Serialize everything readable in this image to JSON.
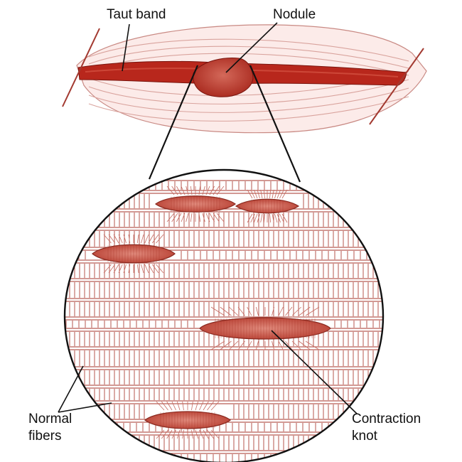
{
  "labels": {
    "taut_band": "Taut band",
    "nodule": "Nodule",
    "normal_fibers_line1": "Normal",
    "normal_fibers_line2": "fibers",
    "contraction_knot_line1": "Contraction",
    "contraction_knot_line2": "knot"
  },
  "colors": {
    "muscle_fill": "#fbe8e6",
    "fiber_line": "#d8a09a",
    "taut_band": "#b8271c",
    "nodule": "#c23a2e",
    "knot": "#c55243",
    "sarcomere_stroke": "#b5554c",
    "outline": "#111111"
  }
}
